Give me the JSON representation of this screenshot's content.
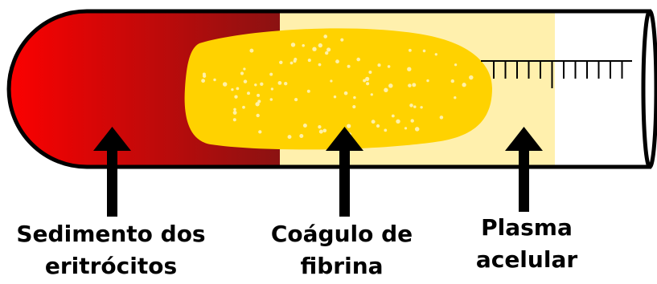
{
  "labels": {
    "sediment": [
      "Sedimento dos",
      "eritrócitos"
    ],
    "clot": [
      "Coágulo de",
      "fibrina"
    ],
    "plasma": [
      "Plasma",
      "acelular"
    ]
  },
  "colors": {
    "sediment_light": "#ff0000",
    "sediment_dark": "#8b1212",
    "clot": "#ffd200",
    "clot_dots": "#fff1a8",
    "plasma": "#fff0ad",
    "outline": "#000000",
    "arrow": "#000000",
    "text": "#000000"
  }
}
